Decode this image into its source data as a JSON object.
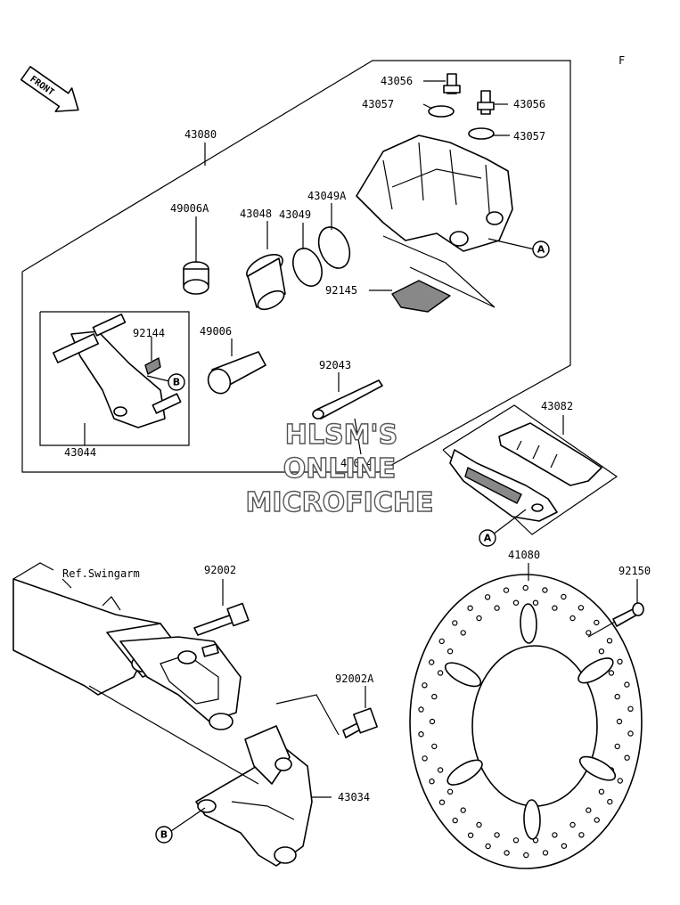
{
  "page_letter": "F",
  "front_label": "FRONT",
  "ref_label": "Ref.Swingarm",
  "parts": {
    "p43056a": "43056",
    "p43057a": "43057",
    "p43056b": "43056",
    "p43057b": "43057",
    "p43080": "43080",
    "p43049A": "43049A",
    "p43049": "43049",
    "p49006A": "49006A",
    "p43048": "43048",
    "p92145": "92145",
    "p92144": "92144",
    "p49006": "49006",
    "p92043": "92043",
    "p43044": "43044",
    "p43082": "43082",
    "p43084": "43084",
    "p92002": "92002",
    "p41080": "41080",
    "p92150": "92150",
    "p92002A": "92002A",
    "p43034": "43034"
  },
  "callouts": {
    "a1": "A",
    "a2": "A",
    "b1": "B",
    "b2": "B"
  },
  "watermark": [
    "HLSM'S",
    "ONLINE",
    "MICROFICHE"
  ]
}
